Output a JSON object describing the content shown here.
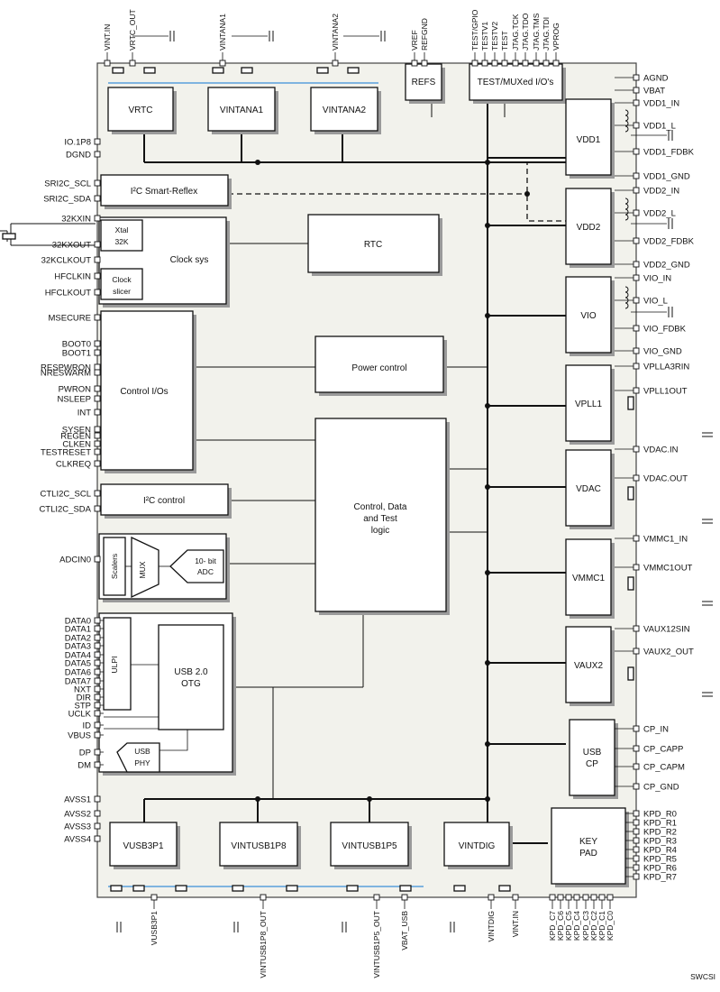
{
  "top_pins": [
    "VINT.IN",
    "VRTC_OUT",
    "VINTANA1",
    "VINTANA2",
    "VREF",
    "REFGND",
    "TEST/GPIO",
    "TESTV1",
    "TESTV2",
    "TEST",
    "JTAG.TCK",
    "JTAG.TDO",
    "JTAG.TMS",
    "JTAG.TDI",
    "VPROG"
  ],
  "left_pins": [
    "IO.1P8",
    "DGND",
    "SRI2C_SCL",
    "SRI2C_SDA",
    "32KXIN",
    "32KXOUT",
    "32KCLKOUT",
    "HFCLKIN",
    "HFCLKOUT",
    "MSECURE",
    "BOOT0",
    "BOOT1",
    "RESPWRON",
    "NRESWARM",
    "PWRON",
    "NSLEEP",
    "INT",
    "SYSEN",
    "REGEN",
    "CLKEN",
    "TESTRESET",
    "CLKREQ",
    "CTLI2C_SCL",
    "CTLI2C_SDA",
    "ADCIN0",
    "DATA0",
    "DATA1",
    "DATA2",
    "DATA3",
    "DATA4",
    "DATA5",
    "DATA6",
    "DATA7",
    "NXT",
    "DIR",
    "STP",
    "UCLK",
    "ID",
    "VBUS",
    "DP",
    "DM",
    "AVSS1",
    "AVSS2",
    "AVSS3",
    "AVSS4"
  ],
  "right_pins": [
    "AGND",
    "VBAT",
    "VDD1_IN",
    "VDD1_L",
    "VDD1_FDBK",
    "VDD1_GND",
    "VDD2_IN",
    "VDD2_L",
    "VDD2_FDBK",
    "VDD2_GND",
    "VIO_IN",
    "VIO_L",
    "VIO_FDBK",
    "VIO_GND",
    "VPLLA3RIN",
    "VPLL1OUT",
    "VDAC.IN",
    "VDAC.OUT",
    "VMMC1_IN",
    "VMMC1OUT",
    "VAUX12SIN",
    "VAUX2_OUT",
    "CP_IN",
    "CP_CAPP",
    "CP_CAPM",
    "CP_GND",
    "KPD_R0",
    "KPD_R1",
    "KPD_R2",
    "KPD_R3",
    "KPD_R4",
    "KPD_R5",
    "KPD_R6",
    "KPD_R7"
  ],
  "bottom_pins": [
    "VUSB3P1",
    "VINTUSB1P8_OUT",
    "VINTUSB1P5_OUT",
    "VBAT_USB",
    "VINTDIG",
    "VINT.IN",
    "KPD_C7",
    "KPD_C6",
    "KPD_C5",
    "KPD_C4",
    "KPD_C3",
    "KPD_C2",
    "KPD_C1",
    "KPD_C0"
  ],
  "blocks": {
    "vrtc": "VRTC",
    "vintana1": "VINTANA1",
    "vintana2": "VINTANA2",
    "refs": "REFS",
    "test_mux": "TEST/MUXed I/O's",
    "smart_reflex": "I²C Smart-Reflex",
    "xtal_line1": "Xtal",
    "xtal_line2": "32K",
    "clock_sys": "Clock sys",
    "clock_slicer_line1": "Clock",
    "clock_slicer_line2": "slicer",
    "rtc": "RTC",
    "control_ios": "Control I/Os",
    "power_control": "Power control",
    "control_data_line1": "Control, Data",
    "control_data_line2": "and Test",
    "control_data_line3": "logic",
    "i2c_control": "I²C control",
    "scalers": "Scalers",
    "mux": "MUX",
    "adc_line1": "10- bit",
    "adc_line2": "ADC",
    "ulpi": "ULPI",
    "usb_otg_line1": "USB 2.0",
    "usb_otg_line2": "OTG",
    "usb_phy_line1": "USB",
    "usb_phy_line2": "PHY",
    "vdd1": "VDD1",
    "vdd2": "VDD2",
    "vio": "VIO",
    "vpll1": "VPLL1",
    "vdac": "VDAC",
    "vmmc1": "VMMC1",
    "vaux2": "VAUX2",
    "usb_cp_line1": "USB",
    "usb_cp_line2": "CP",
    "keypad_line1": "KEY",
    "keypad_line2": "PAD",
    "vusb3p1": "VUSB3P1",
    "vintusb1p8": "VINTUSB1P8",
    "vintusb1p5": "VINTUSB1P5",
    "vintdig": "VINTDIG"
  },
  "figure_id": "SWCSI"
}
